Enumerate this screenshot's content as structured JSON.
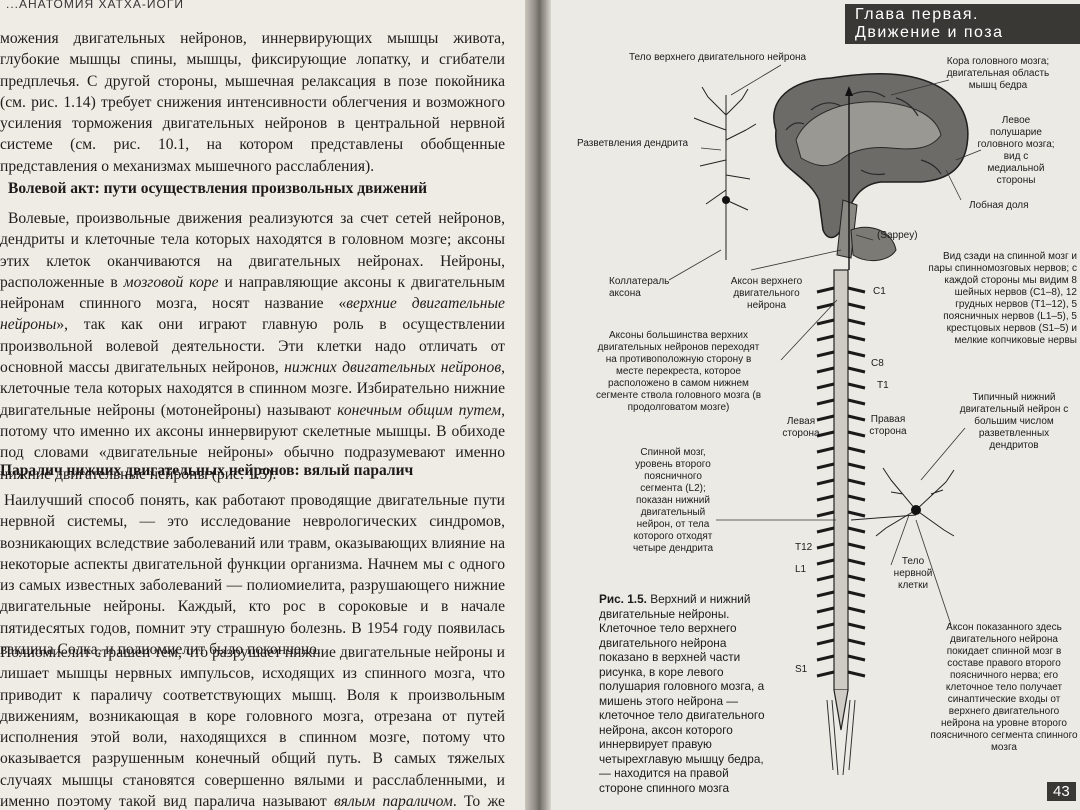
{
  "left_page": {
    "running_head": "...АНАТОМИЯ ХАТХА-ЙОГИ",
    "para1": "можения двигательных нейронов, иннервирующих мышцы живота, глубокие мышцы спины, мышцы, фиксирующие лопатку, и сгибатели предплечья. С другой стороны, мышечная релаксация в позе покойника (см. рис. 1.14) требует снижения интенсивности облегчения и возможного усиления торможения двигательных нейронов в центральной нервной системе (см. рис. 10.1, на котором представлены обобщенные представления о механизмах мышечного расслабления).",
    "heading1": "Волевой акт: пути осуществления произвольных движений",
    "para2_part1": "Волевые, произвольные движения реализуются за счет сетей нейронов, дендриты и клеточные тела которых находятся в головном мозге; аксоны этих клеток оканчиваются на двигательных нейронах. Нейроны, расположенные в ",
    "para2_ital1": "мозговой коре",
    "para2_part2": " и направляющие аксоны к двигательным нейронам спинного мозга, носят название «",
    "para2_ital2": "верхние двигательные нейроны",
    "para2_part3": "», так как они играют главную роль в осуществлении произвольной волевой деятельности. Эти клетки надо отличать от основной массы двигательных нейронов, ",
    "para2_ital3": "нижних двигательных нейронов",
    "para2_part4": ", клеточные тела которых находятся в спинном мозге. Избирательно нижние двигательные нейроны (мотонейроны) называют ",
    "para2_ital4": "конечным общим путем",
    "para2_part5": ", потому что именно их аксоны иннервируют скелетные мышцы. В обиходе под словами «двигательные нейроны» обычно подразумевают именно нижние двигательные нейроны (рис. 1.5).",
    "heading2": "Паралич нижних двигательных нейронов: вялый паралич",
    "para3": "Наилучший способ понять, как работают проводящие двигательные пути нервной системы, — это исследование неврологических синдромов, возникающих вследствие заболеваний или травм, оказывающих влияние на некоторые аспекты двигательной функции организма. Начнем мы с одного из самых известных заболеваний — полиомиелита, разрушающего нижние двигательные нейроны. Каждый, кто рос в сороковые и в начале пятидесятых годов, помнит эту страшную болезнь. В 1954 году появилась вакцина Солка, и полиомиелит было покончено.",
    "para4_part1": "Полиомиелит страшен тем, что разрушает нижние двигательные нейроны и лишает мышцы нервных импульсов, исходящих из спинного мозга, что приводит к параличу соответствующих мышц. Воля к произвольным движениям, возникающая в коре головного мозга, отрезана от путей исполнения этой воли, находящихся в спинном мозге, потому что оказывается разрушенным конечный общий путь. В самых тяжелых случаях мышцы становятся совершенно вялыми и расслабленными, и именно поэтому такой вид паралича называют ",
    "para4_ital": "вялым параличом",
    "para4_part2": ". То же самое, но в меньшем масштабе,"
  },
  "right_page": {
    "running_head": "Глава первая. Движение и поза",
    "page_number": "43",
    "labels": {
      "upper_neuron_body": "Тело верхнего двигательного нейрона",
      "cortex": "Кора головного мозга; двигательная область мышц бедра",
      "dendrite_branches": "Разветвления дендрита",
      "left_hemisphere": "Левое полушарие головного мозга; вид с медиальной стороны",
      "frontal_lobe": "Лобная доля",
      "sappey": "(Sappey)",
      "spinal_view": "Вид сзади на спинной мозг и пары спинномозговых нервов; с каждой стороны мы видим 8 шейных нервов (С1–8), 12 грудных нервов (Т1–12), 5 поясничных нервов (L1–5), 5 крестцовых нервов (S1–5) и мелкие копчиковые нервы",
      "collateral": "Коллатераль аксона",
      "upper_axon": "Аксон верхнего двигательного нейрона",
      "c1": "C1",
      "c8": "C8",
      "t1": "T1",
      "axons_cross": "Аксоны большинства верхних двигательных нейронов переходят на противоположную сторону в месте перекреста, которое расположено в самом нижнем сегменте ствола головного мозга (в продолговатом мозге)",
      "typical_lower": "Типичный нижний двигательный нейрон с большим числом разветвленных дендритов",
      "left_side": "Левая сторона",
      "right_side": "Правая сторона",
      "spinal_l2": "Спинной мозг, уровень второго поясничного сегмента (L2); показан нижний двигательный нейрон, от тела которого отходят четыре дендрита",
      "t12": "T12",
      "l1": "L1",
      "cell_body": "Тело нервной клетки",
      "s1": "S1",
      "axon_shown": "Аксон показанного здесь двигательного нейрона покидает спинной мозг в составе правого второго поясничного нерва; его клеточное тело получает синаптические входы от верхнего двигательного нейрона на уровне второго поясничного сегмента спинного мозга"
    },
    "caption_title": "Рис. 1.5.",
    "caption_text": " Верхний и нижний двигательные нейроны. Клеточное тело верхнего двигательного нейрона показано в верхней части рисунка, в коре левого полушария головного мозга, а мишень этого нейрона — клеточное тело двигательного нейрона, аксон которого иннервирует правую четырехглавую мышцу бедра, — находится на правой стороне спинного мозга"
  }
}
